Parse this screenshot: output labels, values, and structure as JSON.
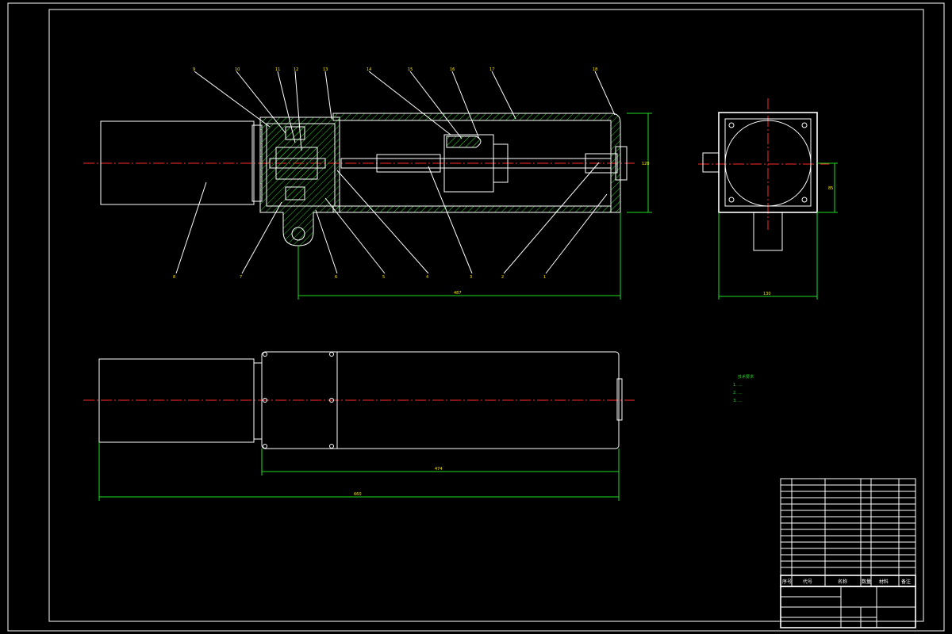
{
  "balloons": [
    "9",
    "10",
    "11",
    "12",
    "13",
    "14",
    "15",
    "16",
    "17",
    "18",
    "8",
    "7",
    "6",
    "5",
    "4",
    "3",
    "2",
    "1"
  ],
  "dims": {
    "length_487": "487",
    "height_120": "120",
    "width_130": "130",
    "side_85": "85",
    "plan_474": "474",
    "plan_660": "660"
  },
  "notes_title": "技术要求",
  "notes": [
    "1. ...",
    "2. ...",
    "3. ..."
  ],
  "title_block": {
    "header": [
      "序号",
      "代号",
      "名称",
      "数量",
      "材料",
      "备注"
    ],
    "drawing_name": "",
    "drawing_code": "",
    "scale": "",
    "sheet": ""
  }
}
